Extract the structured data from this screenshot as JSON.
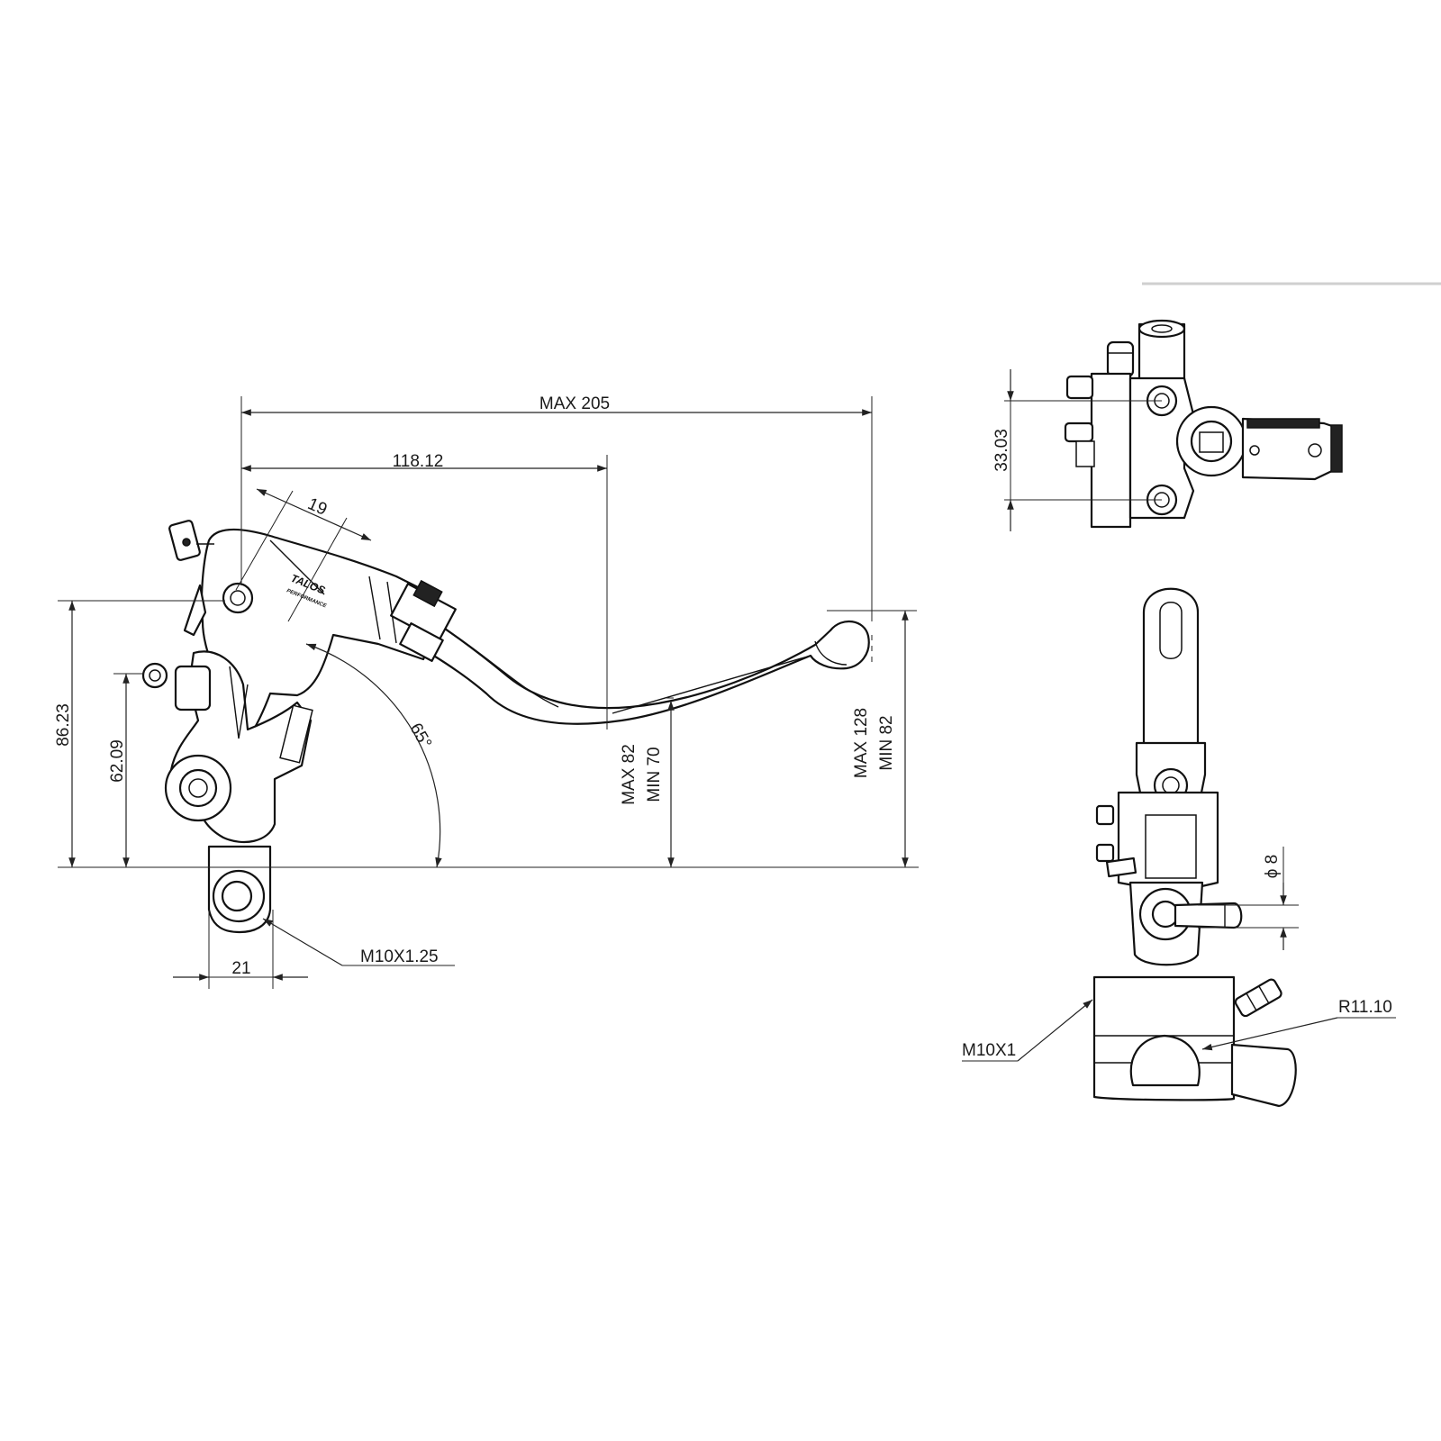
{
  "side_view": {
    "dim_max_205": "MAX 205",
    "dim_118": "118.12",
    "dim_19": "19",
    "dim_86": "86.23",
    "dim_62": "62.09",
    "dim_65": "65°",
    "dim_max82": "MAX 82",
    "dim_min70": "MIN 70",
    "dim_max128": "MAX 128",
    "dim_min82": "MIN 82",
    "dim_thread": "M10X1.25",
    "dim_21": "21",
    "logo": "TALOS",
    "logo_sub": "PERFORMANCE"
  },
  "top_view": {
    "dim_33": "33.03"
  },
  "front_view": {
    "dim_phi8": "ϕ 8",
    "dim_thread": "M10X1",
    "dim_radius": "R11.10"
  }
}
